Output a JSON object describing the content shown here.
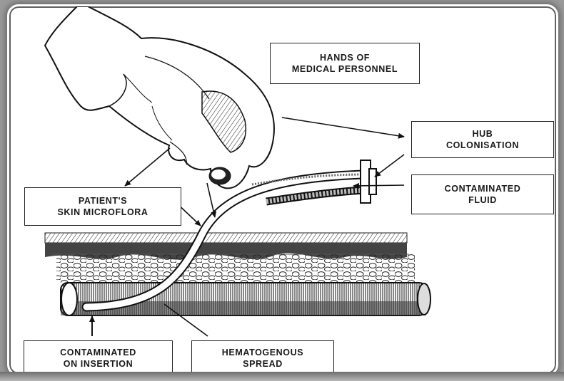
{
  "diagram": {
    "labels": {
      "hands": "HANDS OF\nMEDICAL PERSONNEL",
      "hub": "HUB\nCOLONISATION",
      "fluid": "CONTAMINATED\nFLUID",
      "skin": "PATIENT'S\nSKIN MICROFLORA",
      "insertion": "CONTAMINATED\nON INSERTION",
      "hematogenous": "HEMATOGENOUS\nSPREAD"
    }
  }
}
